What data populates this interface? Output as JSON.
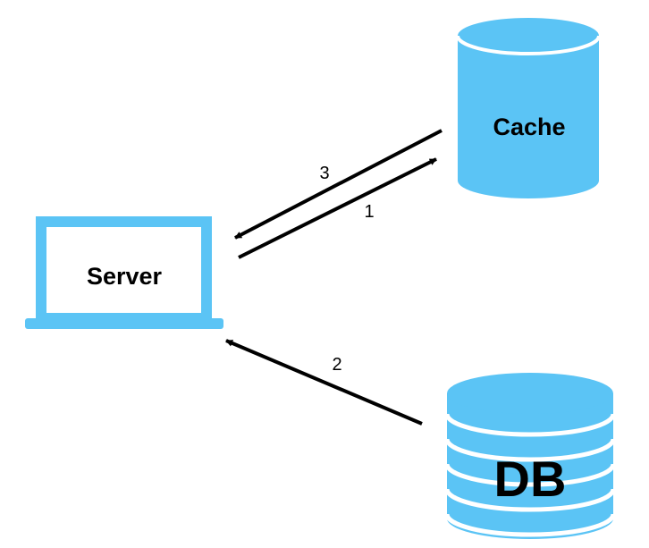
{
  "colors": {
    "node_fill": "#5BC4F5",
    "arrow": "#000000",
    "background": "#ffffff"
  },
  "nodes": {
    "server": {
      "label": "Server",
      "icon": "laptop-icon"
    },
    "cache": {
      "label": "Cache",
      "icon": "database-cylinder-icon"
    },
    "db": {
      "label": "DB",
      "icon": "database-stack-icon"
    }
  },
  "arrows": [
    {
      "label": "1",
      "from": "Server",
      "to": "Cache"
    },
    {
      "label": "2",
      "from": "DB",
      "to": "Server"
    },
    {
      "label": "3",
      "from": "Cache",
      "to": "Server"
    }
  ]
}
